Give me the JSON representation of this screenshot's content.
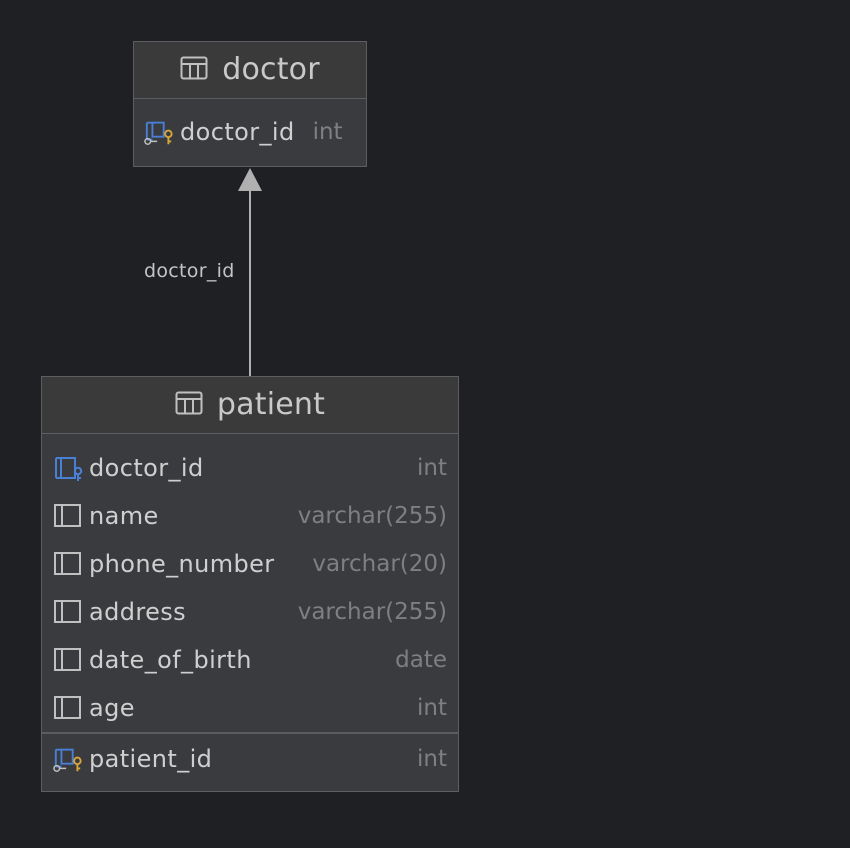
{
  "colors": {
    "background": "#1f2023",
    "table_body": "#393b3f",
    "table_header": "#3a3a3a",
    "border": "#5c5e62",
    "text": "#cfcfcf",
    "type_text": "#7d7f83",
    "key_blue": "#4a7fd6",
    "key_gold": "#d9a63a",
    "connector": "#b0b0b0"
  },
  "tables": {
    "doctor": {
      "title": "doctor",
      "icon": "table-icon",
      "columns": [
        {
          "name": "doctor_id",
          "type": "int",
          "icon": "primary-key-icon"
        }
      ]
    },
    "patient": {
      "title": "patient",
      "icon": "table-icon",
      "columns": [
        {
          "name": "doctor_id",
          "type": "int",
          "icon": "foreign-key-icon"
        },
        {
          "name": "name",
          "type": "varchar(255)",
          "icon": "column-icon"
        },
        {
          "name": "phone_number",
          "type": "varchar(20)",
          "icon": "column-icon"
        },
        {
          "name": "address",
          "type": "varchar(255)",
          "icon": "column-icon"
        },
        {
          "name": "date_of_birth",
          "type": "date",
          "icon": "column-icon"
        },
        {
          "name": "age",
          "type": "int",
          "icon": "column-icon"
        }
      ],
      "primary_key": {
        "name": "patient_id",
        "type": "int",
        "icon": "primary-key-icon"
      }
    }
  },
  "relations": [
    {
      "from": "patient",
      "to": "doctor",
      "label": "doctor_id"
    }
  ]
}
